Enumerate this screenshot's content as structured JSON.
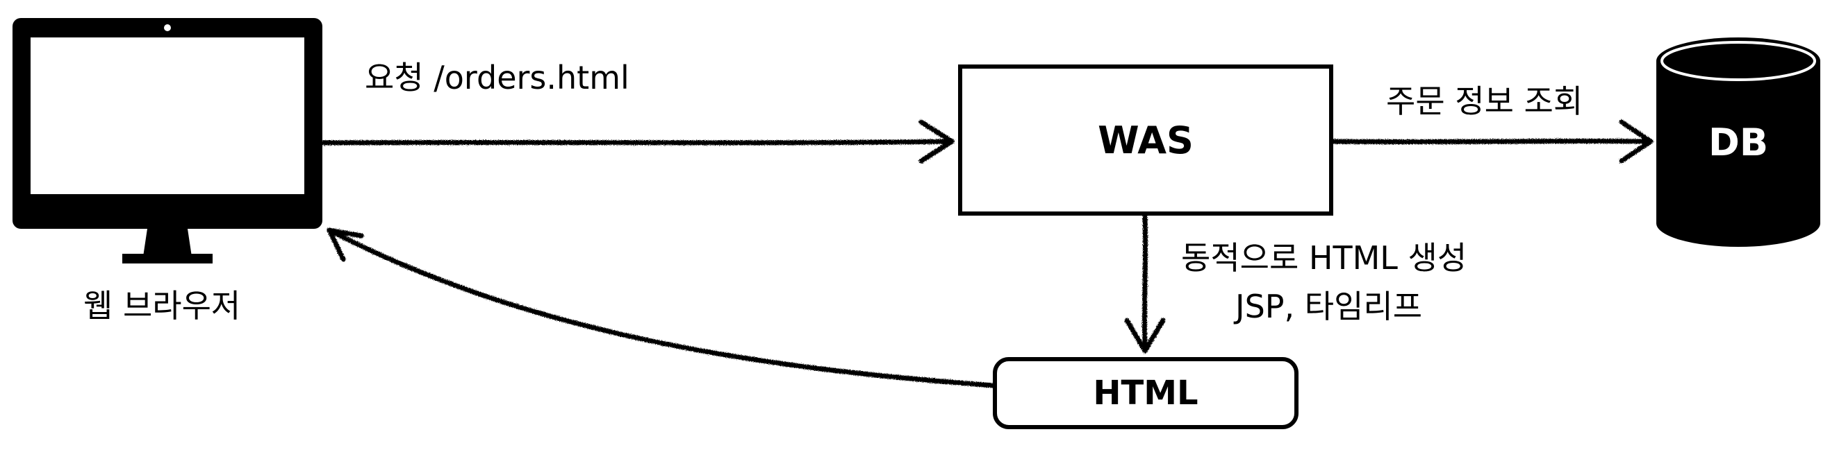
{
  "diagram": {
    "nodes": {
      "browser": {
        "label": "웹 브라우저",
        "icon": "monitor-icon"
      },
      "was": {
        "label": "WAS"
      },
      "db": {
        "label": "DB",
        "icon": "database-cylinder-icon"
      },
      "html": {
        "label": "HTML"
      }
    },
    "edges": {
      "request": {
        "label": "요청 /orders.html"
      },
      "query": {
        "label": "주문 정보 조회"
      },
      "generate": {
        "line1": "동적으로 HTML 생성",
        "line2": "JSP, 타임리프"
      },
      "response": {
        "label": ""
      }
    },
    "colors": {
      "stroke": "#000000",
      "fill_dark": "#000000",
      "background": "#ffffff"
    }
  }
}
